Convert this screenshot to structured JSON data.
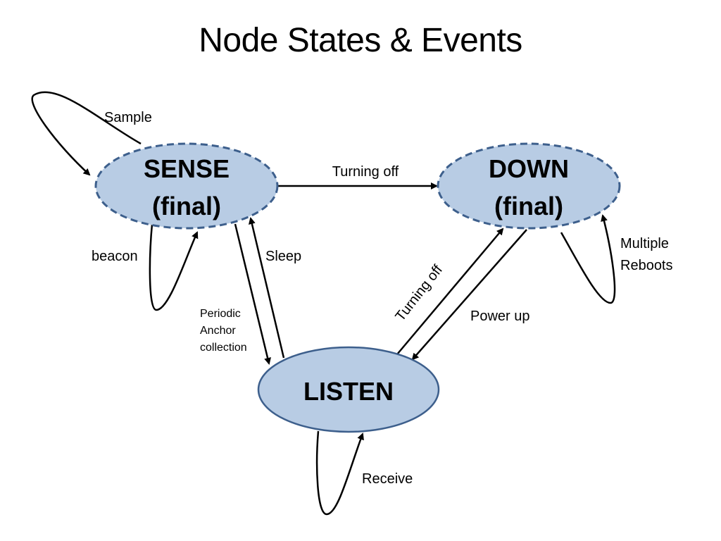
{
  "title": "Node States & Events",
  "colors": {
    "state_fill": "#b8cce4",
    "state_stroke": "#3d5f8c",
    "edge": "#000000"
  },
  "states": {
    "sense": {
      "line1": "SENSE",
      "line2": "(final)",
      "style": "dashed"
    },
    "down": {
      "line1": "DOWN",
      "line2": "(final)",
      "style": "dashed"
    },
    "listen": {
      "line1": "LISTEN",
      "style": "solid"
    }
  },
  "transitions": {
    "sense_self_sample": "Sample",
    "sense_self_beacon": "beacon",
    "sense_to_down": "Turning off",
    "listen_to_sense": "Sleep",
    "sense_to_listen": [
      "Periodic",
      "Anchor",
      "collection"
    ],
    "listen_to_down": "Turning off",
    "down_to_listen": "Power up",
    "down_self": [
      "Multiple",
      "Reboots"
    ],
    "listen_self": "Receive"
  }
}
